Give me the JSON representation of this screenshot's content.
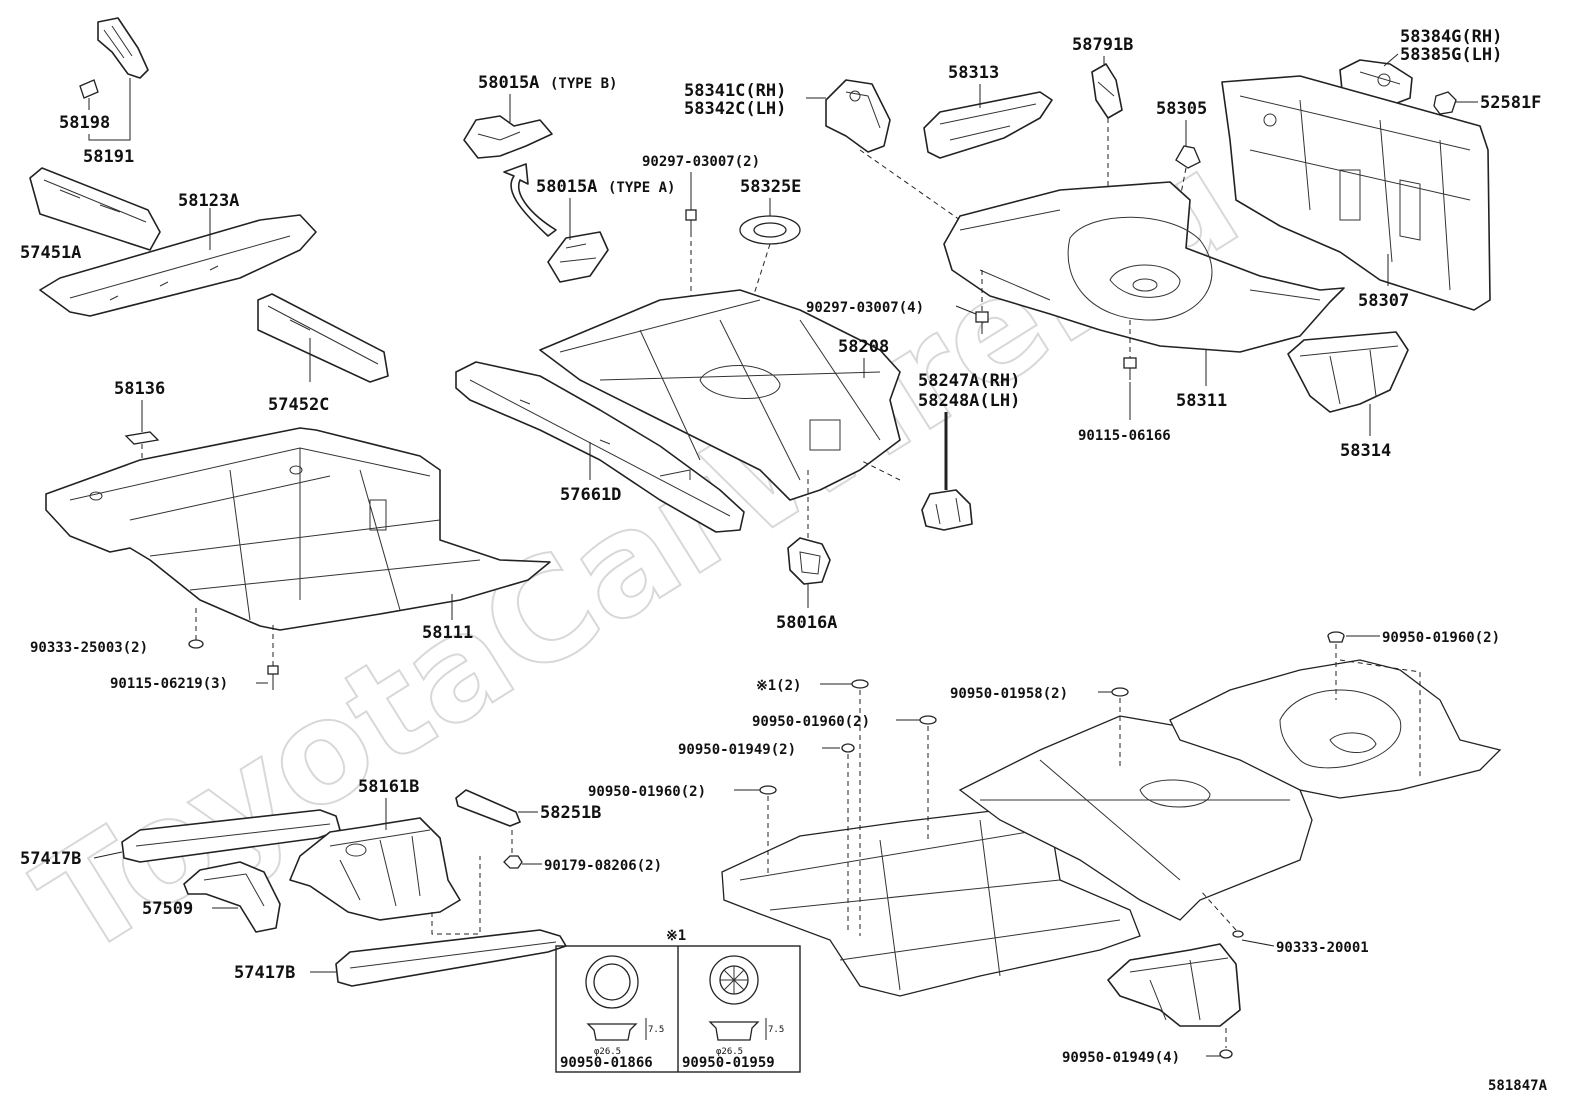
{
  "watermark": "ToyotaCarWire.ru",
  "diagram_code": "581847A",
  "labels": {
    "p58191": "58191",
    "p58198": "58198",
    "p58123A": "58123A",
    "p57451A": "57451A",
    "p57452C": "57452C",
    "p58136": "58136",
    "p58111": "58111",
    "p90333_25003": "90333-25003(2)",
    "p90115_06219": "90115-06219(3)",
    "p58015A_b": "58015A",
    "p58015A_b_type": "(TYPE B)",
    "p58015A_a": "58015A",
    "p58015A_a_type": "(TYPE A)",
    "p90297_03007_2": "90297-03007(2)",
    "p58325E": "58325E",
    "p58341C": "58341C(RH)",
    "p58342C": "58342C(LH)",
    "p58313": "58313",
    "p58791B": "58791B",
    "p58384G": "58384G(RH)",
    "p58385G": "58385G(LH)",
    "p52581F": "52581F",
    "p58305": "58305",
    "p58307": "58307",
    "p90297_03007_4": "90297-03007(4)",
    "p58208": "58208",
    "p58247A": "58247A(RH)",
    "p58248A": "58248A(LH)",
    "p58311": "58311",
    "p90115_06166": "90115-06166",
    "p58314": "58314",
    "p57661D": "57661D",
    "p58016A": "58016A",
    "p90950_01960_a": "90950-01960(2)",
    "p_note1_2": "※1(2)",
    "p90950_01958": "90950-01958(2)",
    "p90950_01960_b": "90950-01960(2)",
    "p90950_01949_2": "90950-01949(2)",
    "p90950_01960_c": "90950-01960(2)",
    "p58161B": "58161B",
    "p58251B": "58251B",
    "p90179_08206": "90179-08206(2)",
    "p57417B_a": "57417B",
    "p57509": "57509",
    "p57417B_b": "57417B",
    "p90333_20001": "90333-20001",
    "p90950_01949_4": "90950-01949(4)",
    "note1_mark": "※1",
    "p90950_01866": "90950-01866",
    "p90950_01959": "90950-01959",
    "dim_h": "7.5",
    "dim_d": "φ26.5"
  }
}
